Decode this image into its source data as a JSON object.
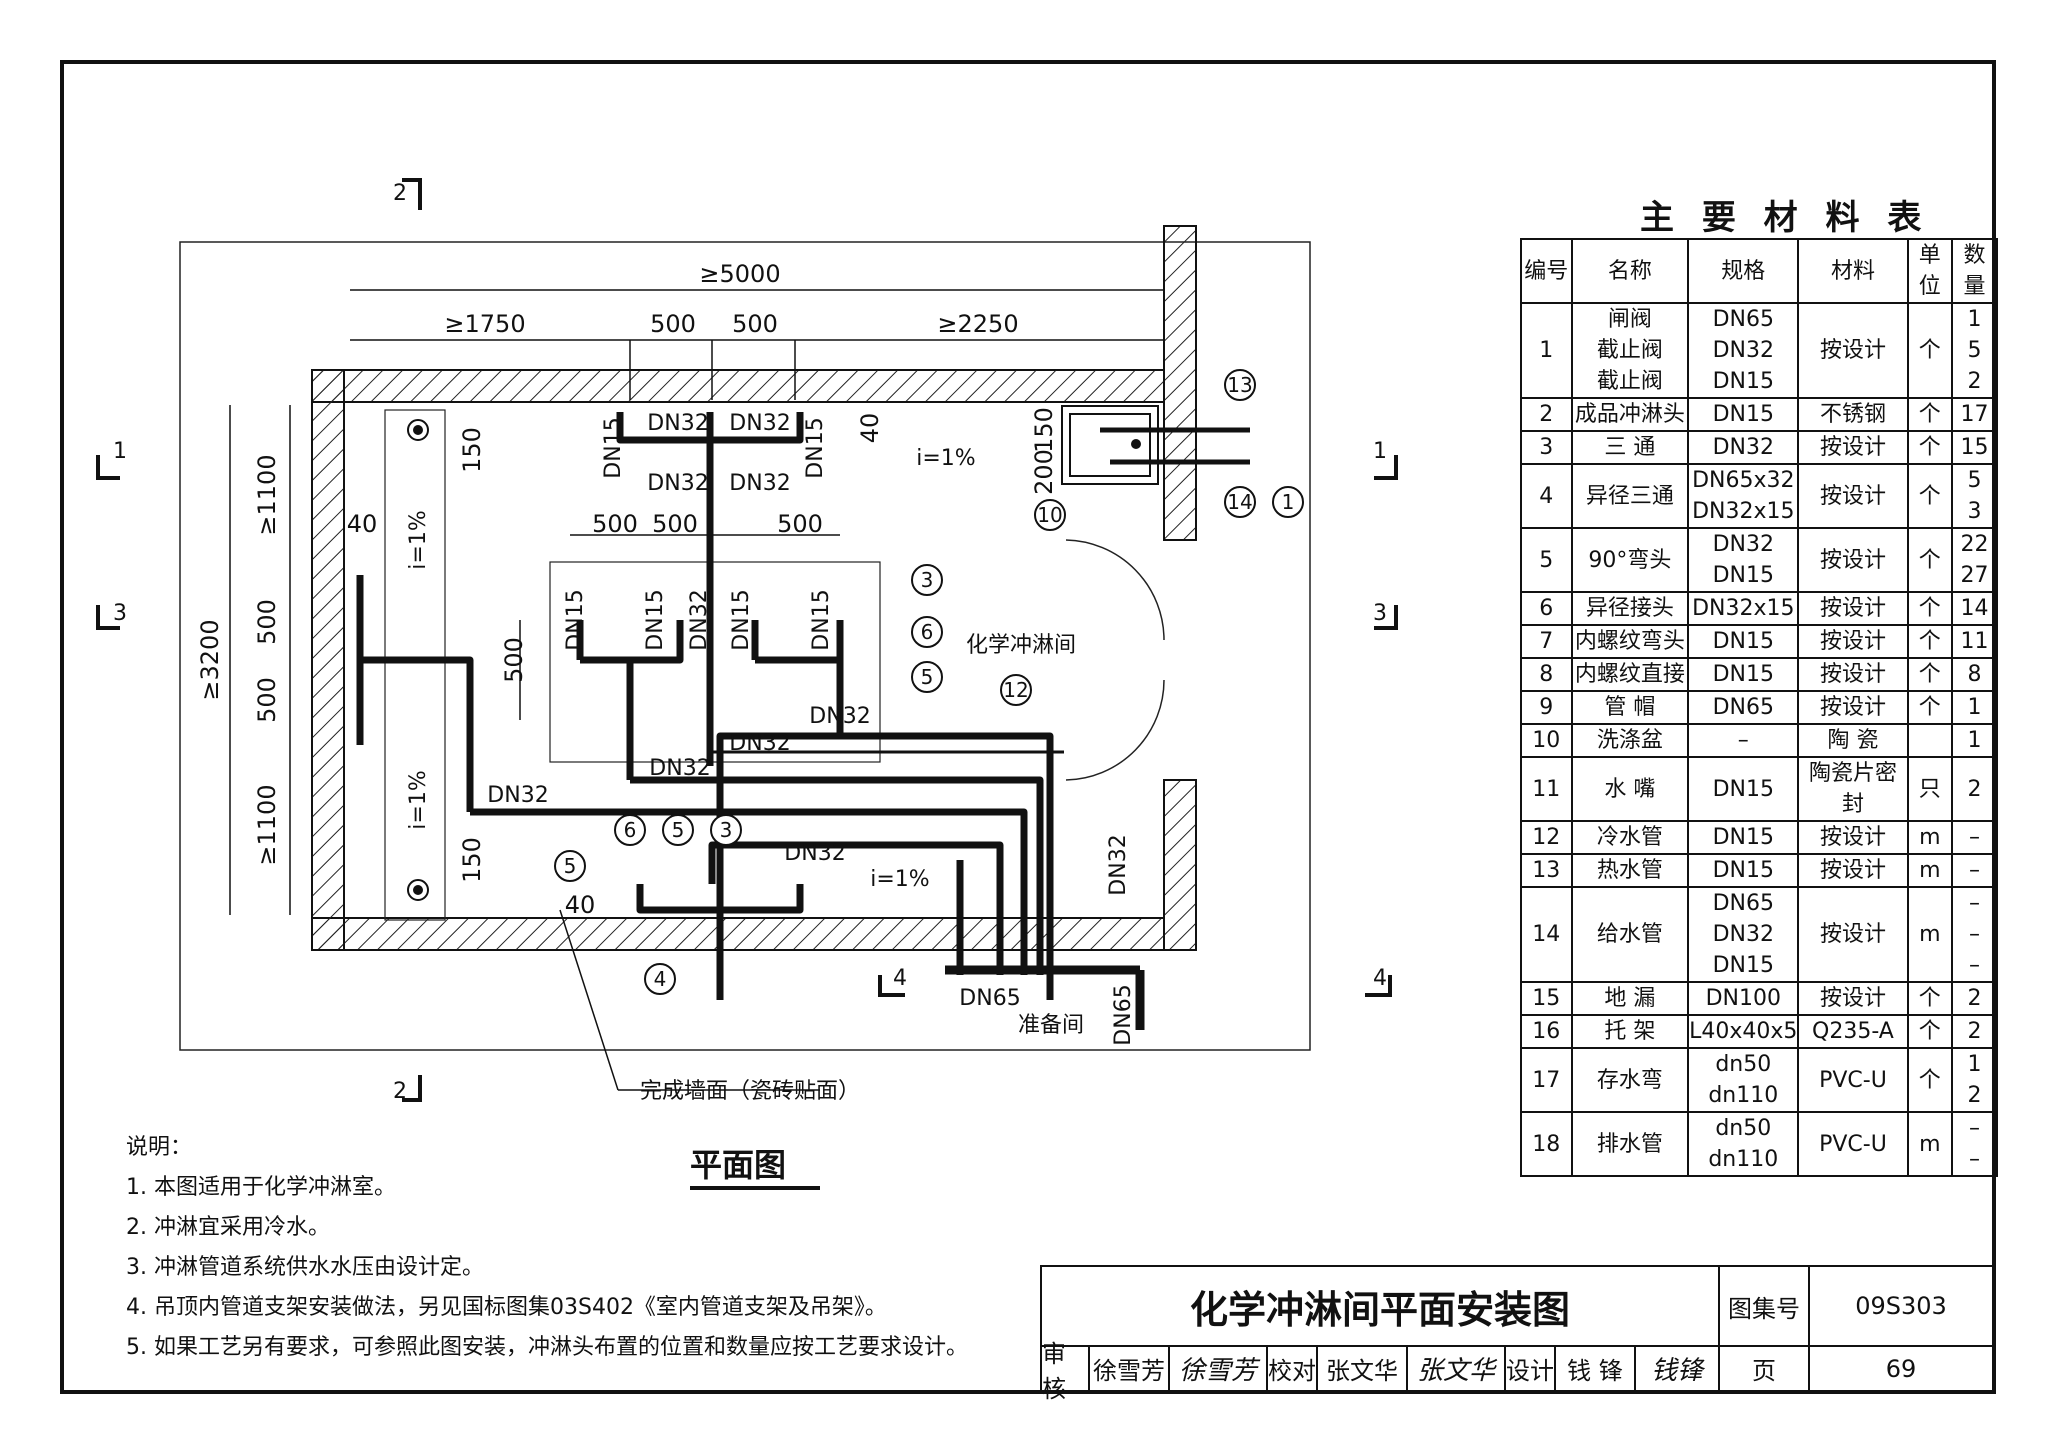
{
  "drawing": {
    "title": "化学冲淋间平面安装图",
    "plan_label": "平面图",
    "room_label": "化学冲淋间",
    "prep_room_label": "准备间",
    "finished_wall_label": "完成墙面（瓷砖贴面）",
    "section_marks": [
      "1",
      "1",
      "2",
      "2",
      "3",
      "3",
      "4",
      "4"
    ],
    "dims": {
      "total_width": "≥5000",
      "left_width": "≥1750",
      "spacing_500": "500",
      "right_width": "≥2250",
      "total_height": "≥3200",
      "top_height": "≥1100",
      "bottom_height": "≥1100",
      "d40": "40",
      "d150": "150",
      "d200": "200"
    },
    "pipes": {
      "dn15": "DN15",
      "dn32": "DN32",
      "dn65": "DN65"
    },
    "slope": "i=1%",
    "callouts": [
      "1",
      "3",
      "4",
      "5",
      "6",
      "10",
      "12",
      "13",
      "14"
    ]
  },
  "materials_table": {
    "title": "主 要 材 料 表",
    "headers": [
      "编号",
      "名称",
      "规格",
      "材料",
      "单位",
      "数量"
    ],
    "rows": [
      {
        "no": "1",
        "name": [
          "闸阀",
          "截止阀",
          "截止阀"
        ],
        "spec": [
          "DN65",
          "DN32",
          "DN15"
        ],
        "material": "按设计",
        "unit": "个",
        "qty": [
          "1",
          "5",
          "2"
        ]
      },
      {
        "no": "2",
        "name": [
          "成品冲淋头"
        ],
        "spec": [
          "DN15"
        ],
        "material": "不锈钢",
        "unit": "个",
        "qty": [
          "17"
        ]
      },
      {
        "no": "3",
        "name": [
          "三 通"
        ],
        "spec": [
          "DN32"
        ],
        "material": "按设计",
        "unit": "个",
        "qty": [
          "15"
        ]
      },
      {
        "no": "4",
        "name": [
          "异径三通"
        ],
        "spec": [
          "DN65x32",
          "DN32x15"
        ],
        "material": "按设计",
        "unit": "个",
        "qty": [
          "5",
          "3"
        ]
      },
      {
        "no": "5",
        "name": [
          "90°弯头"
        ],
        "spec": [
          "DN32",
          "DN15"
        ],
        "material": "按设计",
        "unit": "个",
        "qty": [
          "22",
          "27"
        ]
      },
      {
        "no": "6",
        "name": [
          "异径接头"
        ],
        "spec": [
          "DN32x15"
        ],
        "material": "按设计",
        "unit": "个",
        "qty": [
          "14"
        ]
      },
      {
        "no": "7",
        "name": [
          "内螺纹弯头"
        ],
        "spec": [
          "DN15"
        ],
        "material": "按设计",
        "unit": "个",
        "qty": [
          "11"
        ]
      },
      {
        "no": "8",
        "name": [
          "内螺纹直接"
        ],
        "spec": [
          "DN15"
        ],
        "material": "按设计",
        "unit": "个",
        "qty": [
          "8"
        ]
      },
      {
        "no": "9",
        "name": [
          "管 帽"
        ],
        "spec": [
          "DN65"
        ],
        "material": "按设计",
        "unit": "个",
        "qty": [
          "1"
        ]
      },
      {
        "no": "10",
        "name": [
          "洗涤盆"
        ],
        "spec": [
          "–"
        ],
        "material": "陶 瓷",
        "unit": "",
        "qty": [
          "1"
        ]
      },
      {
        "no": "11",
        "name": [
          "水 嘴"
        ],
        "spec": [
          "DN15"
        ],
        "material": "陶瓷片密封",
        "unit": "只",
        "qty": [
          "2"
        ]
      },
      {
        "no": "12",
        "name": [
          "冷水管"
        ],
        "spec": [
          "DN15"
        ],
        "material": "按设计",
        "unit": "m",
        "qty": [
          "–"
        ]
      },
      {
        "no": "13",
        "name": [
          "热水管"
        ],
        "spec": [
          "DN15"
        ],
        "material": "按设计",
        "unit": "m",
        "qty": [
          "–"
        ]
      },
      {
        "no": "14",
        "name": [
          "给水管"
        ],
        "spec": [
          "DN65",
          "DN32",
          "DN15"
        ],
        "material": "按设计",
        "unit": "m",
        "qty": [
          "–",
          "–",
          "–"
        ]
      },
      {
        "no": "15",
        "name": [
          "地 漏"
        ],
        "spec": [
          "DN100"
        ],
        "material": "按设计",
        "unit": "个",
        "qty": [
          "2"
        ]
      },
      {
        "no": "16",
        "name": [
          "托 架"
        ],
        "spec": [
          "L40x40x5"
        ],
        "material": "Q235-A",
        "unit": "个",
        "qty": [
          "2"
        ]
      },
      {
        "no": "17",
        "name": [
          "存水弯"
        ],
        "spec": [
          "dn50",
          "dn110"
        ],
        "material": "PVC-U",
        "unit": "个",
        "qty": [
          "1",
          "2"
        ]
      },
      {
        "no": "18",
        "name": [
          "排水管"
        ],
        "spec": [
          "dn50",
          "dn110"
        ],
        "material": "PVC-U",
        "unit": "m",
        "qty": [
          "–",
          "–"
        ]
      }
    ]
  },
  "notes": {
    "heading": "说明：",
    "items": [
      "1. 本图适用于化学冲淋室。",
      "2. 冲淋宜采用冷水。",
      "3. 冲淋管道系统供水水压由设计定。",
      "4. 吊顶内管道支架安装做法，另见国标图集03S402《室内管道支架及吊架》。",
      "5. 如果工艺另有要求，可参照此图安装，冲淋头布置的位置和数量应按工艺要求设计。"
    ]
  },
  "title_block": {
    "title": "化学冲淋间平面安装图",
    "atlas_label": "图集号",
    "atlas_no": "09S303",
    "page_label": "页",
    "page_no": "69",
    "review_label": "审核",
    "reviewer": "徐雪芳",
    "reviewer_sig": "徐雪芳",
    "check_label": "校对",
    "checker": "张文华",
    "checker_sig": "张文华",
    "design_label": "设计",
    "designer": "钱 锋",
    "designer_sig": "钱锋"
  }
}
